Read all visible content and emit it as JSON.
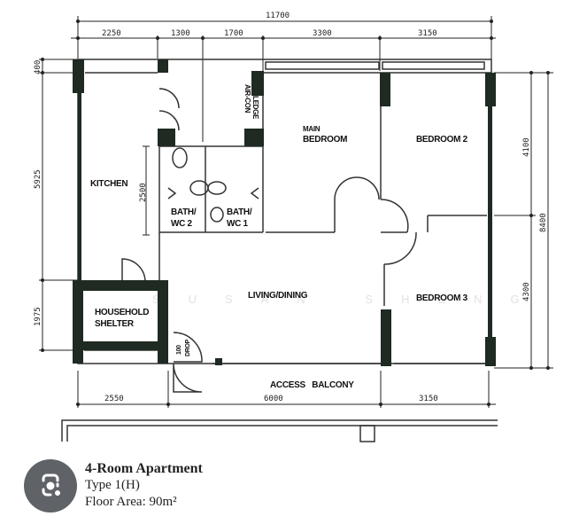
{
  "plan": {
    "overall_width": "11700",
    "top_dims": [
      "2250",
      "1300",
      "1700",
      "3300",
      "3150"
    ],
    "left_dims": [
      "400",
      "5925",
      "1975"
    ],
    "right_dims": [
      "4100",
      "4300"
    ],
    "right_total": "8400",
    "bottom_dims": [
      "2550",
      "6000",
      "3150"
    ],
    "inner_dim": "2500",
    "watermark": "SUSAN SHENG",
    "rooms": {
      "kitchen": "KITCHEN",
      "household_shelter_1": "HOUSEHOLD",
      "household_shelter_2": "SHELTER",
      "bath2_1": "BATH/",
      "bath2_2": "WC 2",
      "bath1_1": "BATH/",
      "bath1_2": "WC 1",
      "aircon_1": "AIR-CON",
      "aircon_2": "LEDGE",
      "main_bedroom_1": "MAIN",
      "main_bedroom_2": "BEDROOM",
      "bedroom2": "BEDROOM 2",
      "bedroom3": "BEDROOM 3",
      "living": "LIVING/DINING",
      "balcony": "ACCESS   BALCONY",
      "drop_1": "100",
      "drop_2": "DROP"
    }
  },
  "caption": {
    "title": "4-Room Apartment",
    "type": "Type 1(H)",
    "area": "Floor Area: 90m²"
  },
  "colors": {
    "wall": "#1e2a22",
    "line": "#222222",
    "lens_button": "#5f6368"
  }
}
